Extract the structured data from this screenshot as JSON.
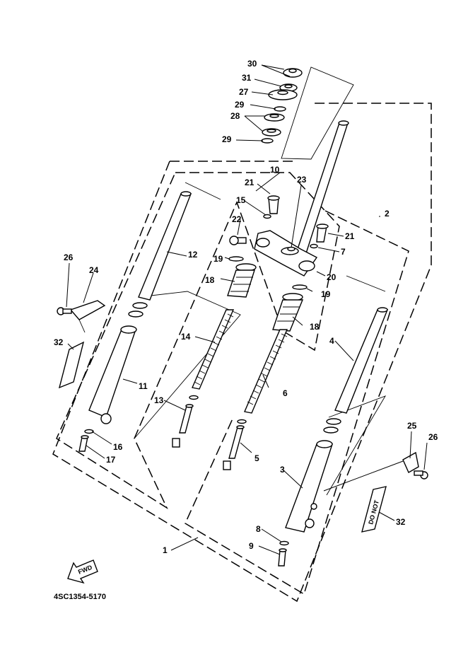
{
  "diagram_code": "4SC1354-5170",
  "fwd_label": "FWD",
  "label_sticker_text": "DO NOT",
  "callouts": {
    "c30": "30",
    "c31": "31",
    "c27": "27",
    "c29a": "29",
    "c28": "28",
    "c29b": "29",
    "c10": "10",
    "c21a": "21",
    "c23": "23",
    "c15": "15",
    "c22": "22",
    "c2": "2",
    "c21b": "21",
    "c7": "7",
    "c26a": "26",
    "c24": "24",
    "c12": "12",
    "c19a": "19",
    "c20": "20",
    "c18a": "18",
    "c19b": "19",
    "c18b": "18",
    "c32a": "32",
    "c14": "14",
    "c4": "4",
    "c11": "11",
    "c6": "6",
    "c13": "13",
    "c25": "25",
    "c26b": "26",
    "c16": "16",
    "c5": "5",
    "c17": "17",
    "c3": "3",
    "c32b": "32",
    "c8": "8",
    "c9": "9",
    "c1": "1"
  }
}
